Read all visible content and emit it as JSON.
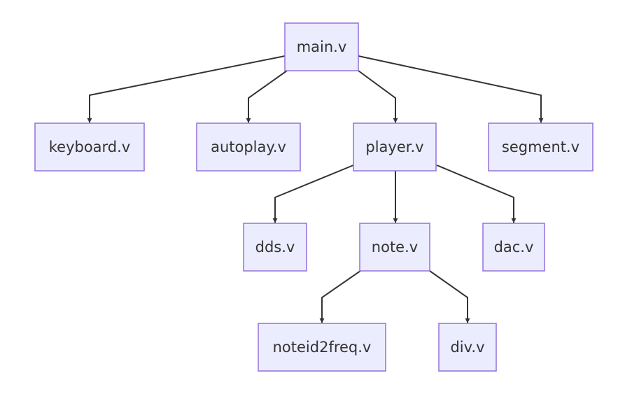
{
  "diagram": {
    "nodes": {
      "main": "main.v",
      "keyboard": "keyboard.v",
      "autoplay": "autoplay.v",
      "player": "player.v",
      "segment": "segment.v",
      "dds": "dds.v",
      "note": "note.v",
      "dac": "dac.v",
      "noteid2freq": "noteid2freq.v",
      "div": "div.v"
    },
    "edges": [
      {
        "from": "main",
        "to": "keyboard"
      },
      {
        "from": "main",
        "to": "autoplay"
      },
      {
        "from": "main",
        "to": "player"
      },
      {
        "from": "main",
        "to": "segment"
      },
      {
        "from": "player",
        "to": "dds"
      },
      {
        "from": "player",
        "to": "note"
      },
      {
        "from": "player",
        "to": "dac"
      },
      {
        "from": "note",
        "to": "noteid2freq"
      },
      {
        "from": "note",
        "to": "div"
      }
    ],
    "colors": {
      "node_fill": "#ececff",
      "node_border": "#9370db",
      "edge": "#333333",
      "text": "#333333"
    }
  }
}
